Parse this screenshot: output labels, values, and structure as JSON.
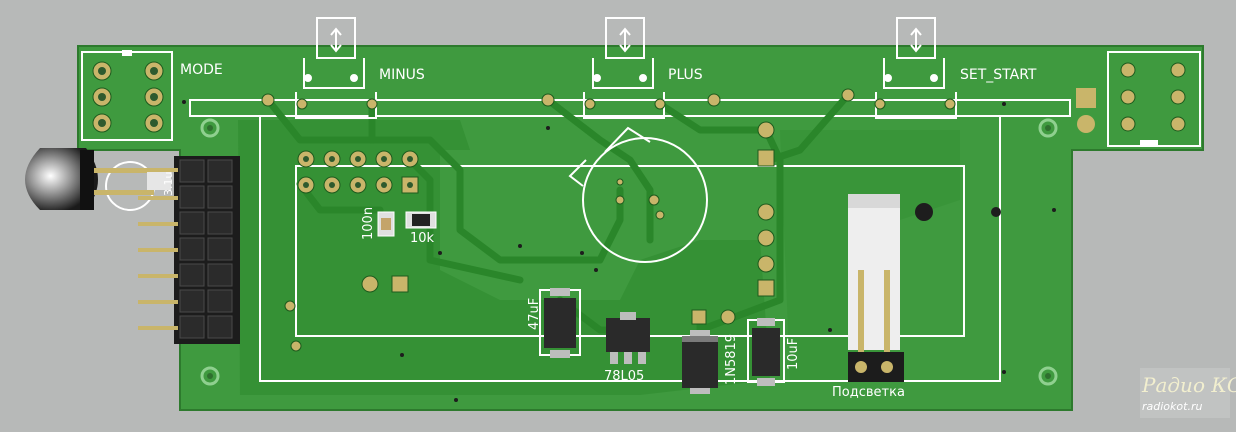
{
  "board": {
    "button_labels": {
      "mode": "MODE",
      "minus": "MINUS",
      "plus": "PLUS",
      "set_start": "SET_START"
    },
    "component_labels": {
      "c_100n": "100n",
      "r_10k": "10k",
      "c_47uF": "47uF",
      "u_78L05": "78L05",
      "d_1N5819": "1N5819",
      "c_10uF": "10uF",
      "connector_backlight": "Подсветка",
      "sensor_3_1u": "3.1u"
    },
    "colors": {
      "background": "#b7b9b8",
      "board_green": "#3f9a3f",
      "copper_pour": "#2e8b2e",
      "trace": "#2f8a2f",
      "silkscreen": "#ffffff",
      "pad": "#c9b56a",
      "header_black": "#1c1c1c"
    }
  },
  "watermark": {
    "line1": "Радио КОТ",
    "line2": "radiokot.ru"
  }
}
